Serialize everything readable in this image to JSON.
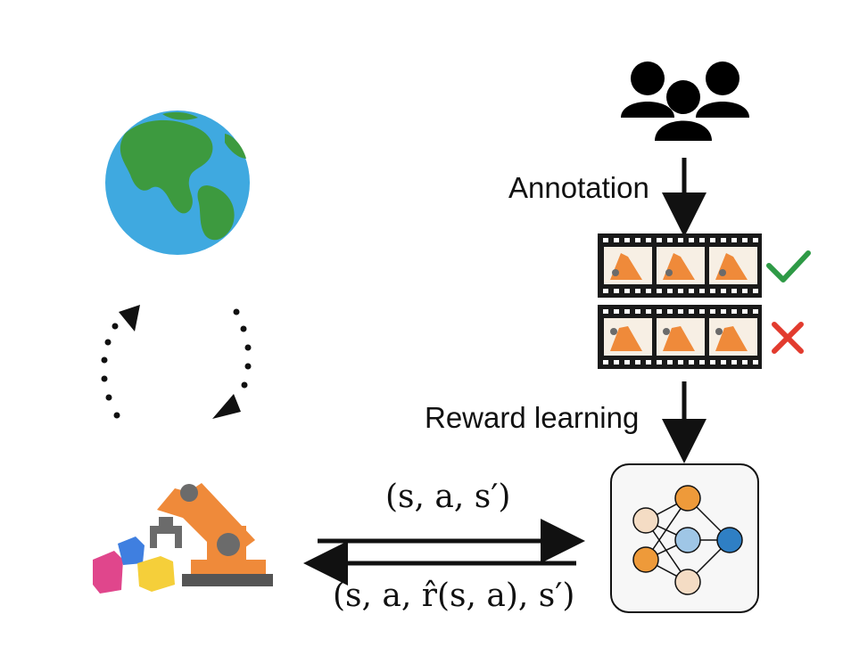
{
  "labels": {
    "annotation": "Annotation",
    "reward_learning": "Reward learning"
  },
  "transitions": {
    "forward": "(s, a, s′)",
    "backward": "(s, a, r̂(s, a), s′)"
  },
  "colors": {
    "ocean": "#3fa9e0",
    "land": "#3d9a3f",
    "robot_orange": "#ef8a3a",
    "robot_gray": "#6b6b6b",
    "check_green": "#2e9a46",
    "cross_red": "#e23b2e",
    "node_peach": "#f4dcc4",
    "node_orange": "#ee9a3a",
    "node_lightblue": "#9fc6e6",
    "node_blue": "#2f7fc4"
  },
  "icons": [
    "globe-icon",
    "cycle-arrows-icon",
    "robot-arm-icon",
    "users-icon",
    "filmstrip-icon",
    "check-icon",
    "cross-icon",
    "neural-network-icon"
  ]
}
